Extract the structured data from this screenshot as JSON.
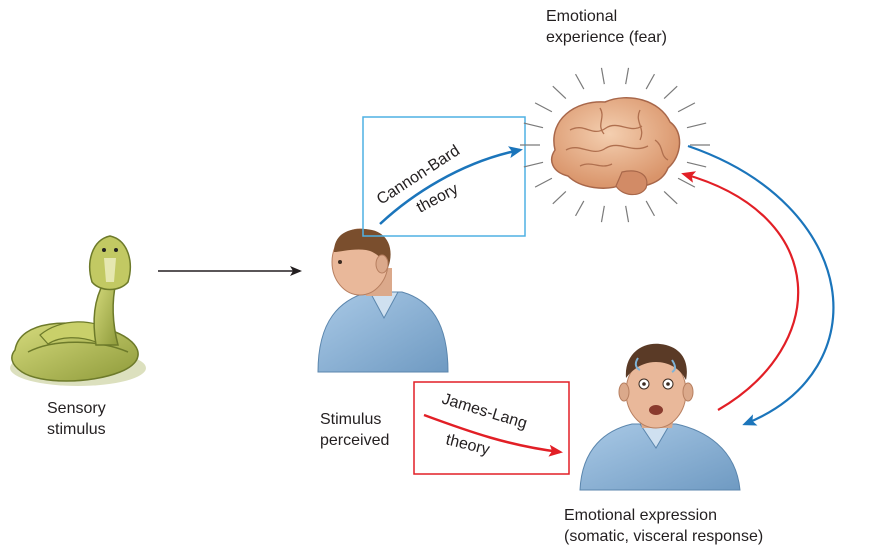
{
  "sensory": {
    "line1": "Sensory",
    "line2": "stimulus"
  },
  "perceived": {
    "line1": "Stimulus",
    "line2": "perceived"
  },
  "experience": {
    "line1": "Emotional",
    "line2": "experience (fear)"
  },
  "expression": {
    "line1": "Emotional expression",
    "line2": "(somatic, visceral response)"
  },
  "cannon_bard": {
    "line1": "Cannon-Bard",
    "line2": "theory",
    "color": "#1b75bb"
  },
  "james_lang": {
    "line1": "James-Lang",
    "line2": "theory",
    "color": "#e21f26"
  },
  "colors": {
    "blue_box": "#4fb1e3",
    "red_box": "#e21f26",
    "arrow_black": "#231f20",
    "skin": "#e9b89a",
    "shirt": "#8fb6d8",
    "hair": "#7a4e2d",
    "snake": "#b7c25a",
    "brain": "#e8b08c"
  },
  "icons": [
    "cobra-illustration",
    "man-perceiving",
    "brain-illustration",
    "frightened-man"
  ]
}
